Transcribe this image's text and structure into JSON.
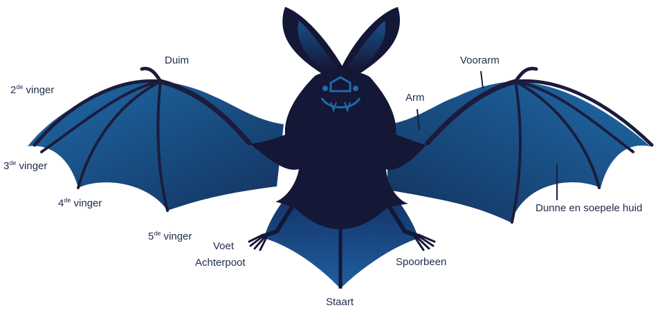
{
  "diagram": {
    "labels": {
      "duim": "Duim",
      "vinger2_num": "2",
      "vinger3_num": "3",
      "vinger4_num": "4",
      "vinger5_num": "5",
      "ordinal_suffix": "de",
      "vinger_word": "vinger",
      "voorarm": "Voorarm",
      "arm": "Arm",
      "dunne_huid": "Dunne en soepele huid",
      "voet": "Voet",
      "achterpoot": "Achterpoot",
      "spoorbeen": "Spoorbeen",
      "staart": "Staart"
    },
    "colors": {
      "body": "#141735",
      "wing_light": "#1f6aa8",
      "wing_dark": "#13325e",
      "bone": "#1b1c3c",
      "label_text": "#1f2b4d",
      "leader_line": "#1b1c3c"
    }
  }
}
